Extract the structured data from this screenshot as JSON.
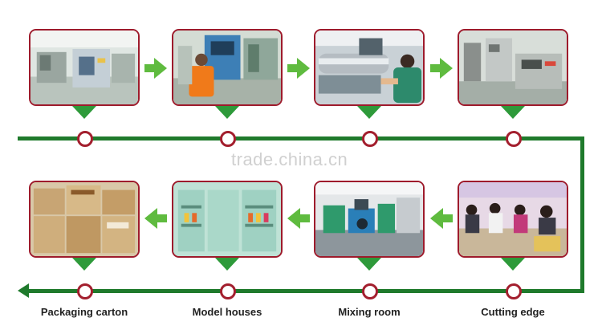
{
  "watermark": "trade.china.cn",
  "colors": {
    "accent_green": "#2e9a3a",
    "line_green": "#1f7a2c",
    "frame_red": "#9e1b2c"
  },
  "top_row": {
    "photos": [
      {
        "name": "cnc-machine-photo"
      },
      {
        "name": "operator-panel-photo"
      },
      {
        "name": "roller-machine-photo"
      },
      {
        "name": "workshop-machine-photo"
      }
    ]
  },
  "bottom_row": {
    "steps": [
      {
        "label": "Packaging carton"
      },
      {
        "label": "Model houses"
      },
      {
        "label": "Mixing room"
      },
      {
        "label": "Cutting edge"
      }
    ]
  }
}
